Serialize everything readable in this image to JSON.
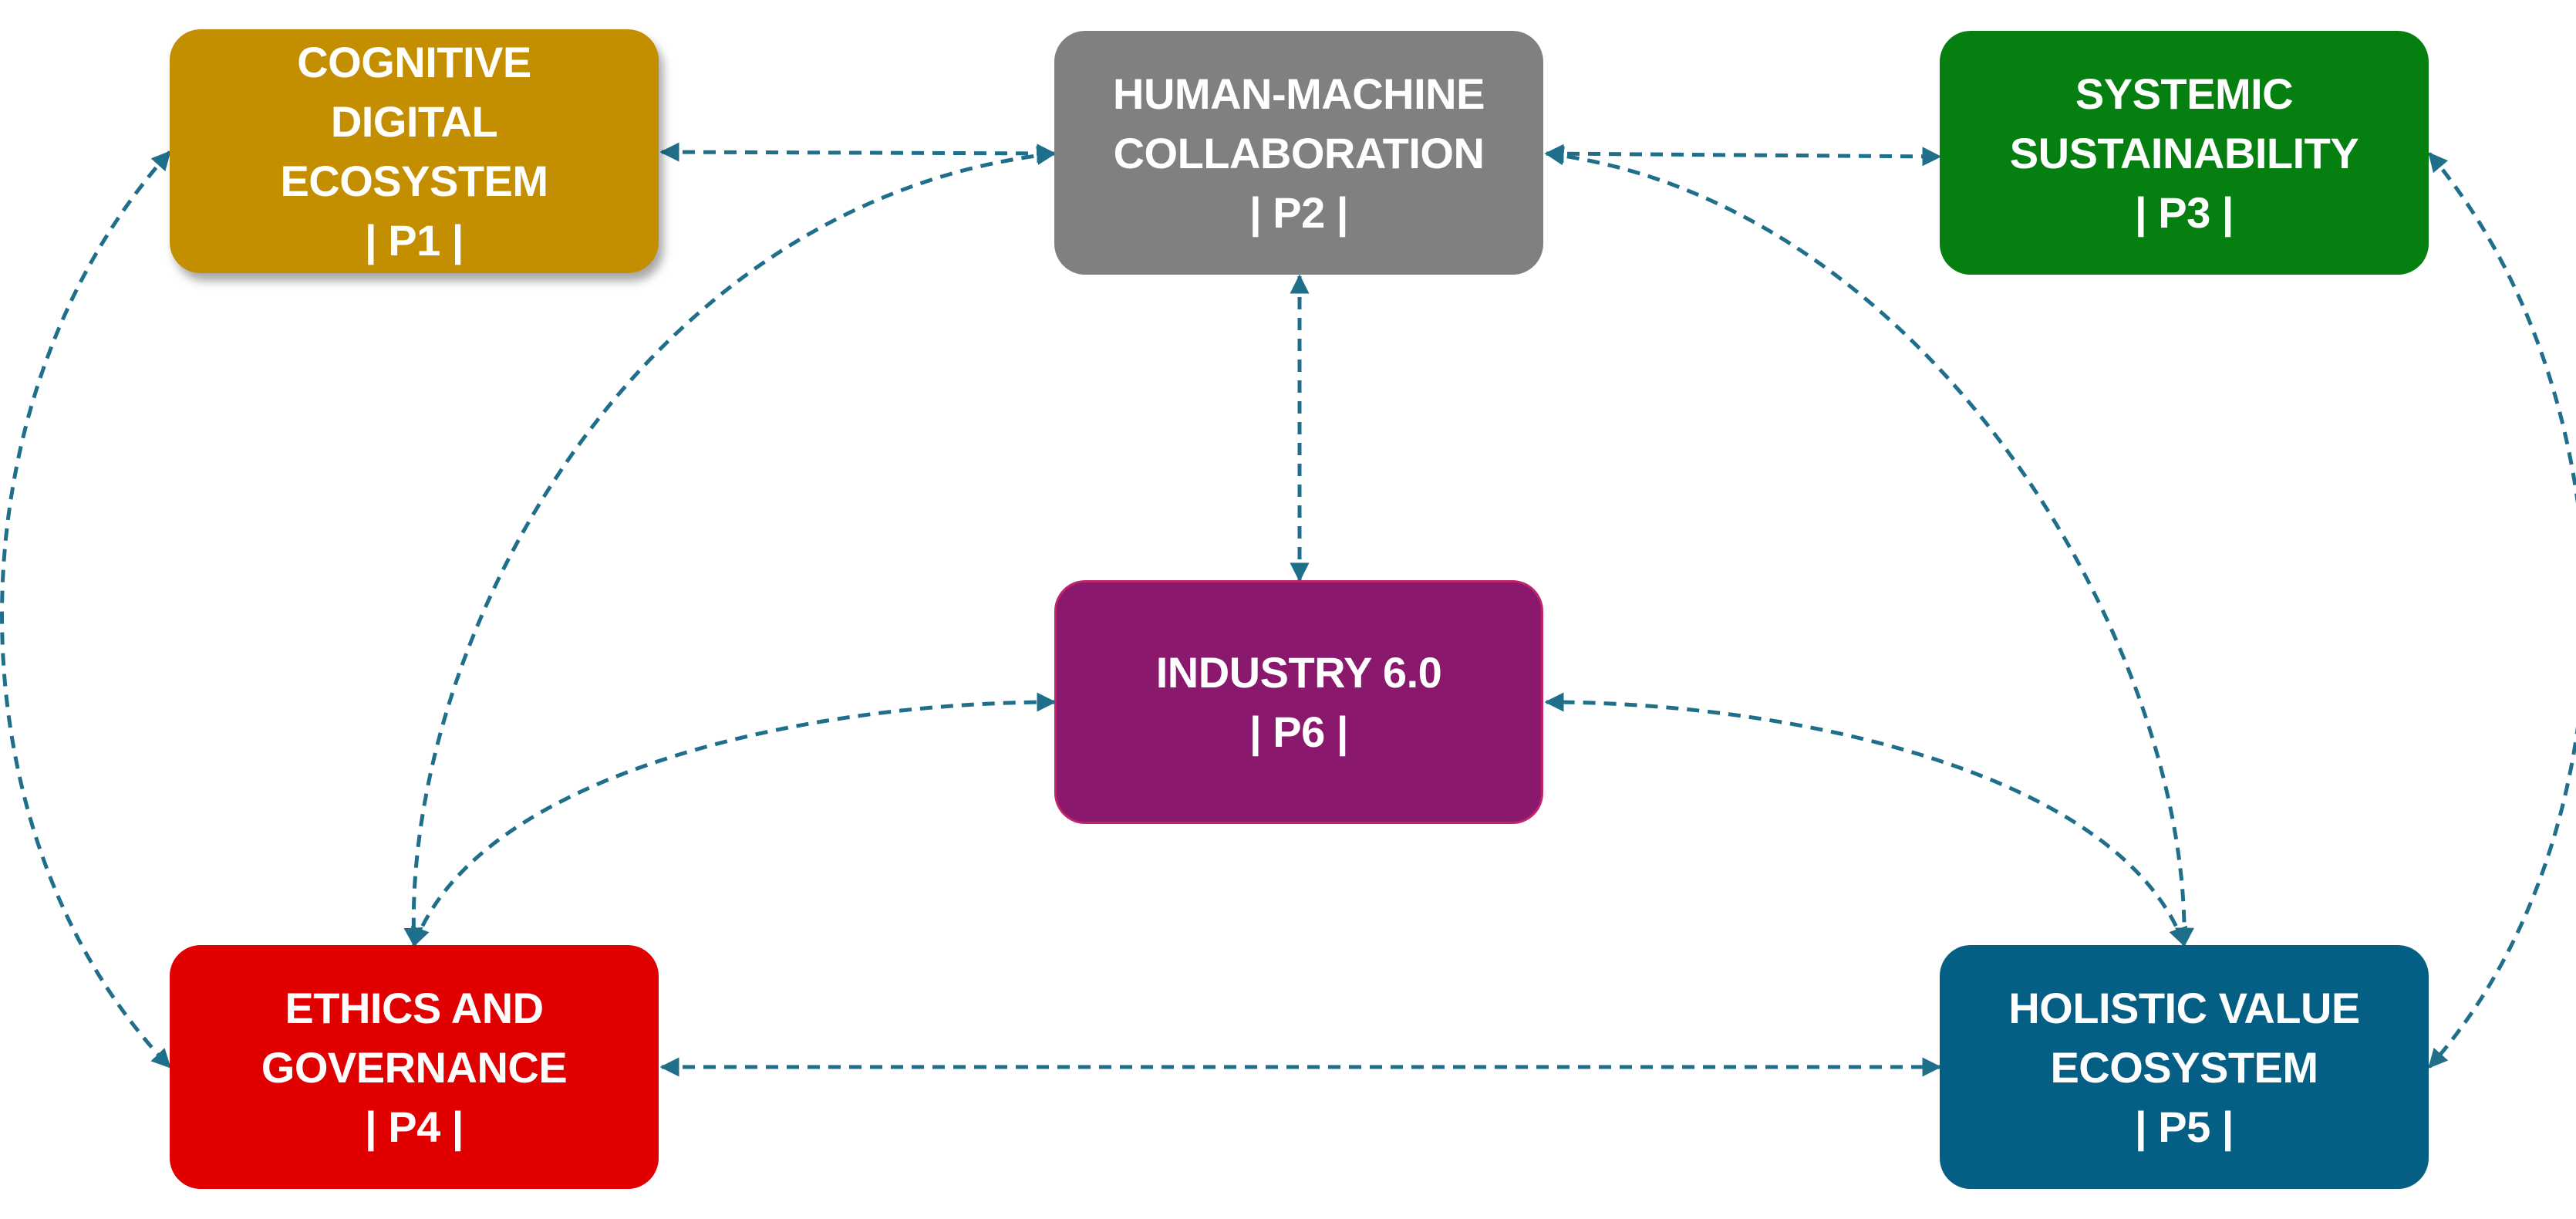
{
  "nodes": {
    "p1": {
      "lines": [
        "COGNITIVE",
        "DIGITAL",
        "ECOSYSTEM",
        "| P1 |"
      ],
      "color": "#c38f00"
    },
    "p2": {
      "lines": [
        "HUMAN-MACHINE",
        "COLLABORATION",
        "| P2 |"
      ],
      "color": "#808080"
    },
    "p3": {
      "lines": [
        "SYSTEMIC",
        "SUSTAINABILITY",
        "| P3 |"
      ],
      "color": "#047f10"
    },
    "p4": {
      "lines": [
        "ETHICS AND",
        "GOVERNANCE",
        "| P4 |"
      ],
      "color": "#e00000"
    },
    "p5": {
      "lines": [
        "HOLISTIC VALUE",
        "ECOSYSTEM",
        "| P5 |"
      ],
      "color": "#055f85"
    },
    "p6": {
      "lines": [
        "INDUSTRY 6.0",
        "| P6 |"
      ],
      "color": "#8a186d"
    }
  },
  "connectors": {
    "style": "dashed",
    "arrowheads": "both",
    "color": "#1f6f8b",
    "links": [
      [
        "p1",
        "p2"
      ],
      [
        "p2",
        "p3"
      ],
      [
        "p2",
        "p6"
      ],
      [
        "p1",
        "p4"
      ],
      [
        "p2",
        "p4"
      ],
      [
        "p2",
        "p5"
      ],
      [
        "p3",
        "p5"
      ],
      [
        "p4",
        "p6"
      ],
      [
        "p5",
        "p6"
      ],
      [
        "p4",
        "p5"
      ]
    ]
  }
}
